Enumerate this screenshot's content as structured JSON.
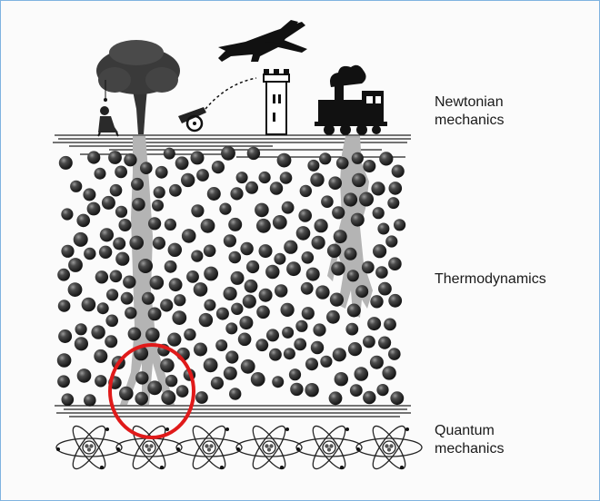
{
  "labels": {
    "newtonian": "Newtonian\nmechanics",
    "thermodynamics": "Thermodynamics",
    "quantum": "Quantum\nmechanics"
  },
  "colors": {
    "ink": "#1a1a1a",
    "ball": "#2b2b2b",
    "root": "#b4b4b4",
    "highlight": "#e01a1a",
    "frame": "#7fb3e0"
  },
  "icons": {
    "top": [
      "airplane-icon",
      "tree-with-scientist-icon",
      "cannon-icon",
      "castle-tower-icon",
      "steam-locomotive-icon"
    ],
    "bottom": "atom-icon"
  }
}
